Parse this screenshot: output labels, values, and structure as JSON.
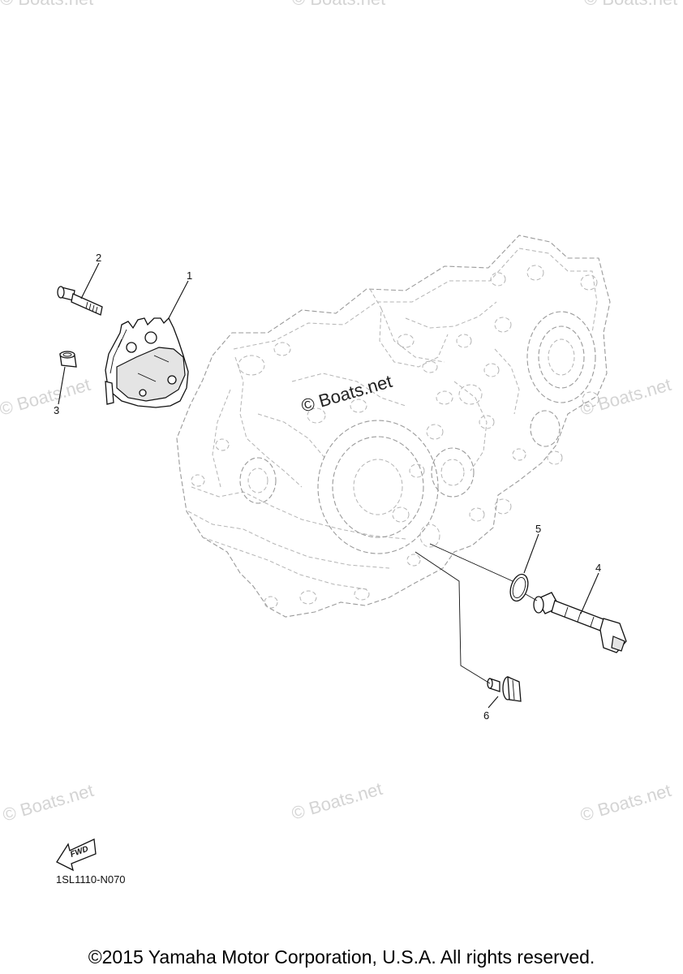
{
  "diagram": {
    "callouts": [
      {
        "id": "1",
        "label": "1"
      },
      {
        "id": "2",
        "label": "2"
      },
      {
        "id": "3",
        "label": "3"
      },
      {
        "id": "4",
        "label": "4"
      },
      {
        "id": "5",
        "label": "5"
      },
      {
        "id": "6",
        "label": "6"
      }
    ],
    "direction_badge": "FWD",
    "code": "1SL1110-N070"
  },
  "watermark": {
    "text": "© Boats.net"
  },
  "footer": {
    "copyright": "©2015 Yamaha Motor Corporation, U.S.A. All rights reserved."
  },
  "colors": {
    "outline": "#111111",
    "ghost_outline": "#9a9a9a",
    "watermark": "#d4d4d4"
  }
}
